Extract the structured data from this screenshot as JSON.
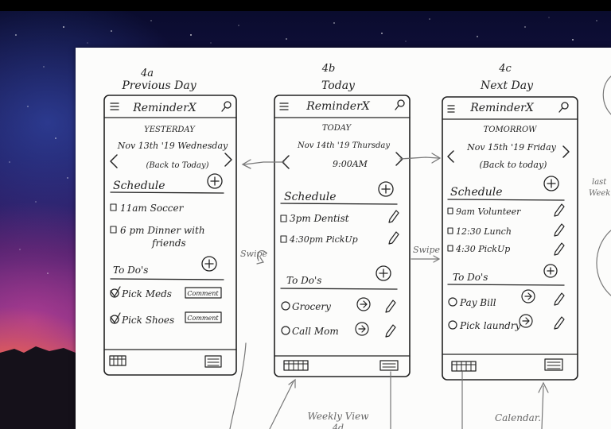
{
  "app_name": "ReminderX",
  "screens": [
    {
      "label_id": "4a",
      "label_title": "Previous Day",
      "day_label": "YESTERDAY",
      "date": "Nov 13th '19 Wednesday",
      "back": "(Back to Today)",
      "section1": "Schedule",
      "items1": [
        "11am Soccer",
        "6 pm Dinner with",
        "friends"
      ],
      "section2": "To Do's",
      "items2": [
        "Pick Meds",
        "Pick Shoes"
      ],
      "item_action": "Comment"
    },
    {
      "label_id": "4b",
      "label_title": "Today",
      "day_label": "TODAY",
      "date": "Nov 14th '19 Thursday",
      "time": "9:00AM",
      "section1": "Schedule",
      "items1": [
        "3pm Dentist",
        "4:30pm PickUp"
      ],
      "section2": "To Do's",
      "items2": [
        "Grocery",
        "Call Mom"
      ]
    },
    {
      "label_id": "4c",
      "label_title": "Next Day",
      "day_label": "TOMORROW",
      "date": "Nov 15th '19 Friday",
      "back": "(Back to today)",
      "section1": "Schedule",
      "items1": [
        "9am Volunteer",
        "12:30 Lunch",
        "4:30 PickUp"
      ],
      "section2": "To Do's",
      "items2": [
        "Pay Bill",
        "Pick laundry"
      ]
    }
  ],
  "annotations": {
    "swipe_left": "Swipe",
    "swipe_right": "Swipe",
    "weekly_view": "Weekly View",
    "weekly_view_id": "4d",
    "calendar": "Calendar.",
    "side_note_1": "last",
    "side_note_2": "Week"
  }
}
